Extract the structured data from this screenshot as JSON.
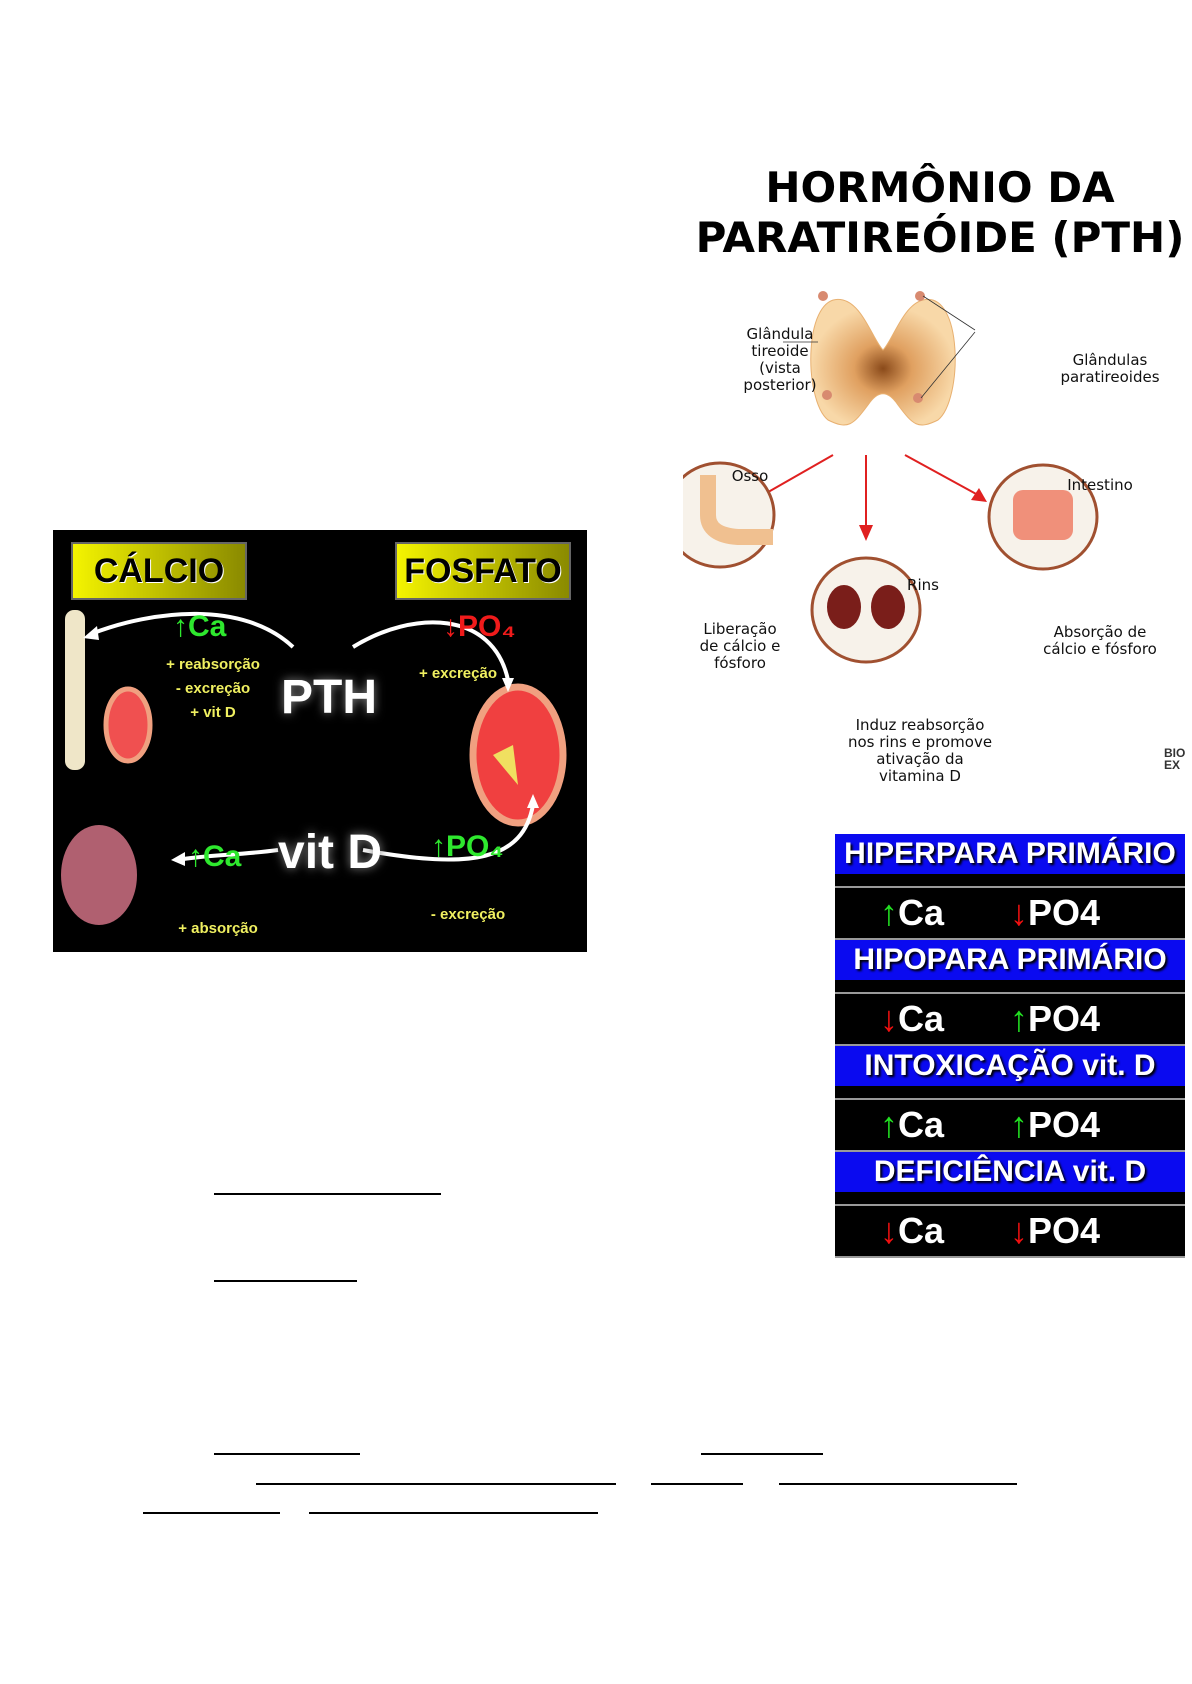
{
  "cycle_diagram": {
    "calcio_label": "CÁLCIO",
    "fosfato_label": "FOSFATO",
    "pth_label": "PTH",
    "vitd_label": "vit D",
    "ca_up_top": "↑Ca",
    "po4_down_top": "↓PO₄",
    "bone_effects": [
      "+ reabsorção",
      "- excreção",
      "+ vit D"
    ],
    "kidney_effect": "+ excreção",
    "ca_up_bottom": "↑Ca",
    "intestine_effect": "+ absorção",
    "po4_up_bottom": "↑PO₄",
    "po4_bottom_effect": "- excreção"
  },
  "pth_diagram": {
    "title_line1": "HORMÔNIO DA",
    "title_line2": "PARATIREÓIDE (PTH)",
    "thyroid_label": "Glândula tireoide (vista posterior)",
    "parathyroid_label": "Glândulas paratireoides",
    "bone": {
      "title": "Osso",
      "caption": "Liberação de cálcio e fósforo"
    },
    "kidney": {
      "title": "Rins",
      "caption": "Induz reabsorção nos rins e promove ativação da vitamina D"
    },
    "intestine": {
      "title": "Intestino",
      "caption": "Absorção de cálcio e fósforo"
    },
    "watermark": "BIO EX"
  },
  "conditions_table": [
    {
      "name": "HIPERPARA PRIMÁRIO",
      "ca": "Ca",
      "ca_dir": "↑",
      "po4": "PO4",
      "po4_dir": "↓"
    },
    {
      "name": "HIPOPARA PRIMÁRIO",
      "ca": "Ca",
      "ca_dir": "↓",
      "po4": "PO4",
      "po4_dir": "↑"
    },
    {
      "name": "INTOXICAÇÃO vit. D",
      "ca": "Ca",
      "ca_dir": "↑",
      "po4": "PO4",
      "po4_dir": "↑"
    },
    {
      "name": "DEFICIÊNCIA vit. D",
      "ca": "Ca",
      "ca_dir": "↓",
      "po4": "PO4",
      "po4_dir": "↓"
    }
  ],
  "colors": {
    "header_blue": "#0a0af0",
    "up_green": "#22e022",
    "down_red": "#f01010",
    "label_yellow": "#f4f400"
  }
}
